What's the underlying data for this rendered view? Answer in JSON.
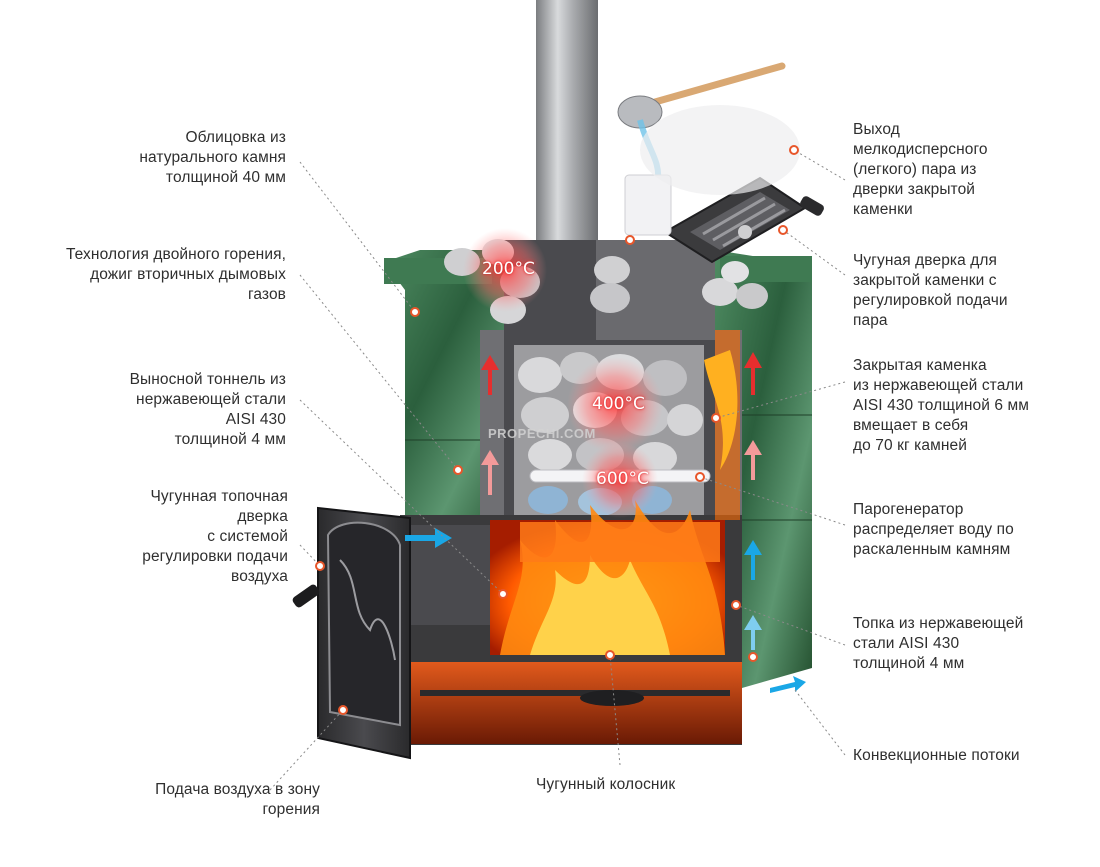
{
  "callouts": [
    {
      "id": "stone",
      "text": "Облицовка из\nнатурального камня\nтолщиной 40 мм"
    },
    {
      "id": "double-burn",
      "text": "Технология двойного горения,\nдожиг вторичных дымовых\nгазов"
    },
    {
      "id": "tunnel",
      "text": "Выносной тоннель из\nнержавеющей стали\nAISI 430\nтолщиной 4 мм"
    },
    {
      "id": "firedoor",
      "text": "Чугунная топочная\nдверка\nс системой\nрегулировки подачи\nвоздуха"
    },
    {
      "id": "air-supply",
      "text": "Подача воздуха в зону\nгорения"
    },
    {
      "id": "grate",
      "text": "Чугунный колосник"
    },
    {
      "id": "steam-out",
      "text": "Выход\nмелкодисперсного\n(легкого) пара из\nдверки закрытой\nкаменки"
    },
    {
      "id": "heater-door",
      "text": "Чугуная дверка для\nзакрытой каменки с\nрегулировкой подачи\nпара"
    },
    {
      "id": "closed-heater",
      "text": "Закрытая каменка\nиз нержавеющей стали\nAISI 430 толщиной 6 мм\nвмещает в себя\nдо 70 кг камней"
    },
    {
      "id": "steamgen",
      "text": "Парогенератор\nраспределяет воду по\nраскаленным камням"
    },
    {
      "id": "firebox",
      "text": "Топка из нержавеющей\nстали AISI 430\nтолщиной 4 мм"
    },
    {
      "id": "convection",
      "text": "Конвекционные потоки"
    }
  ],
  "temperatures": {
    "top": "200°C",
    "middle": "400°C",
    "bottom": "600°C"
  },
  "watermark": "PROPECHI.COM",
  "colors": {
    "marker": "#e8562a",
    "stone": "#2f6b46",
    "steel": "#3b3b3d",
    "fire": "#ff6a00",
    "arrow_hot": "#e62e2e",
    "arrow_cold": "#1aa7e6"
  }
}
